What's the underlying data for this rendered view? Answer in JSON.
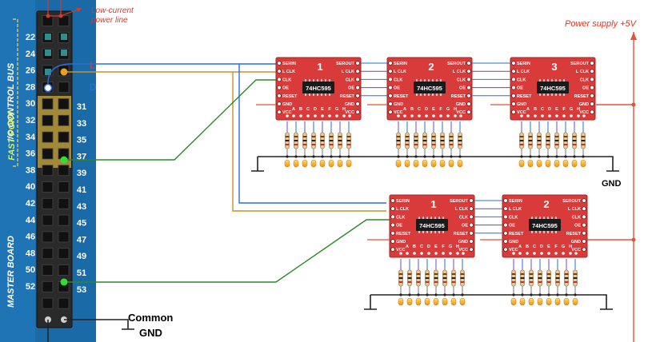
{
  "board": {
    "left_pins": [
      "22",
      "24",
      "26",
      "28",
      "30",
      "32",
      "34",
      "36",
      "38",
      "40",
      "42",
      "44",
      "46",
      "48",
      "50",
      "52"
    ],
    "right_pins": [
      "31",
      "33",
      "35",
      "37",
      "39",
      "41",
      "43",
      "45",
      "47",
      "49",
      "51",
      "53"
    ],
    "fast_port_label": "FAST PORT",
    "io_bus_label": "I/O CONTROL BUS",
    "master_board_label": "MASTER BOARD"
  },
  "annotations": {
    "low_current_line1": "Low-current",
    "low_current_line2": "power line",
    "power_supply": "Power supply +5V",
    "gnd": "GND",
    "common_gnd_line1": "Common",
    "common_gnd_line2": "GND",
    "signal_l": "L",
    "signal_d": "D"
  },
  "chip_label": "74HC595",
  "module_pins_left": [
    "SERIN",
    "L CLK",
    "CLK",
    "OE",
    "RESET",
    "GND",
    "VCC"
  ],
  "module_pins_right": [
    "SEROUT",
    "L CLK",
    "CLK",
    "OE",
    "RESET",
    "GND",
    "VCC"
  ],
  "output_letters": [
    "A",
    "B",
    "C",
    "D",
    "E",
    "F",
    "G",
    "H"
  ],
  "modules_top": [
    "1",
    "2",
    "3"
  ],
  "modules_bottom": [
    "1",
    "2"
  ],
  "colors": {
    "board": "#2a2a2a",
    "board_blue": "#1a6aa8",
    "module": "#d93a3a",
    "wire_blue": "#2a6fd6",
    "wire_orange": "#c8922a",
    "wire_green": "#2b8a2b",
    "wire_purple": "#8a3a9a",
    "power_red": "#e0553a",
    "led": "#ffb020"
  }
}
